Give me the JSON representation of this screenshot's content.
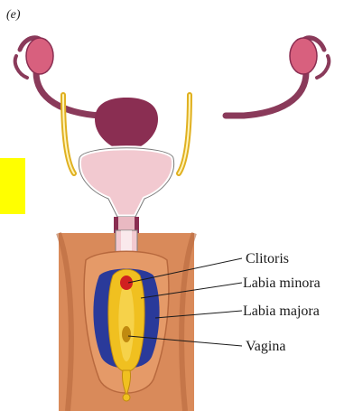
{
  "figure": {
    "panel_letter": "(e)",
    "labels": [
      {
        "id": "clitoris",
        "text": "Clitoris"
      },
      {
        "id": "labia-minora",
        "text": "Labia minora"
      },
      {
        "id": "labia-majora",
        "text": "Labia majora"
      },
      {
        "id": "vagina",
        "text": "Vagina"
      }
    ],
    "colors": {
      "highlight_box": "#ffff00",
      "skin": "#d98a5a",
      "skin_dark": "#b8693e",
      "uterus": "#8a2e52",
      "tubes": "#8a3a5a",
      "ovary": "#d8607e",
      "ureter": "#e0b020",
      "bladder": "#f2c9d0",
      "labia_majora_blue": "#2a3a9a",
      "labia_minora_yellow": "#f0c020",
      "clitoris_red": "#d02020"
    }
  }
}
